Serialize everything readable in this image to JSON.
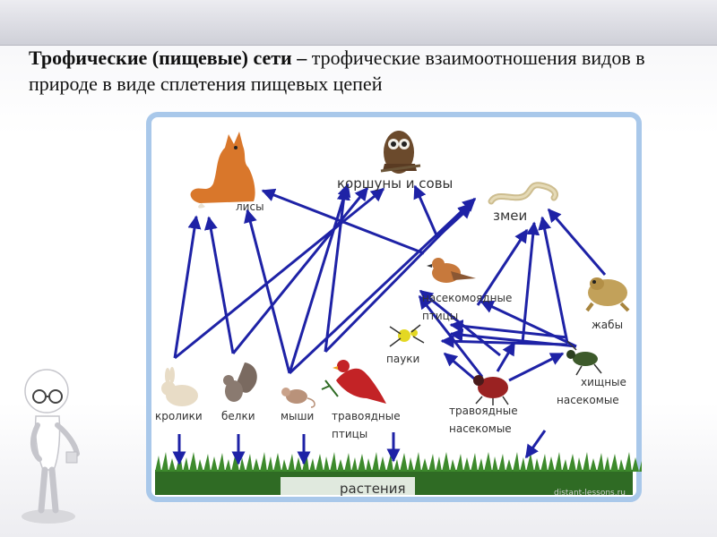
{
  "heading": {
    "bold": "Трофические (пищевые) сети –",
    "normal": " трофические взаимоотношения видов в природе в виде сплетения пищевых цепей"
  },
  "diagram": {
    "labels": {
      "foxes": "лисы",
      "owls": "коршуны и совы",
      "snakes": "змеи",
      "insectivorous_birds_1": "насекомоядные",
      "insectivorous_birds_2": "птицы",
      "toads": "жабы",
      "spiders": "пауки",
      "predatory_insects_1": "хищные",
      "predatory_insects_2": "насекомые",
      "rabbits": "кролики",
      "squirrels": "белки",
      "mice": "мыши",
      "herbivorous_birds_1": "травоядные",
      "herbivorous_birds_2": "птицы",
      "herbivorous_insects_1": "травоядные",
      "herbivorous_insects_2": "насекомые",
      "plants": "растения"
    },
    "watermark": "distant-lessons.ru",
    "arrow_color": "#1e22a6",
    "frame_color": "#a9c8ea"
  }
}
